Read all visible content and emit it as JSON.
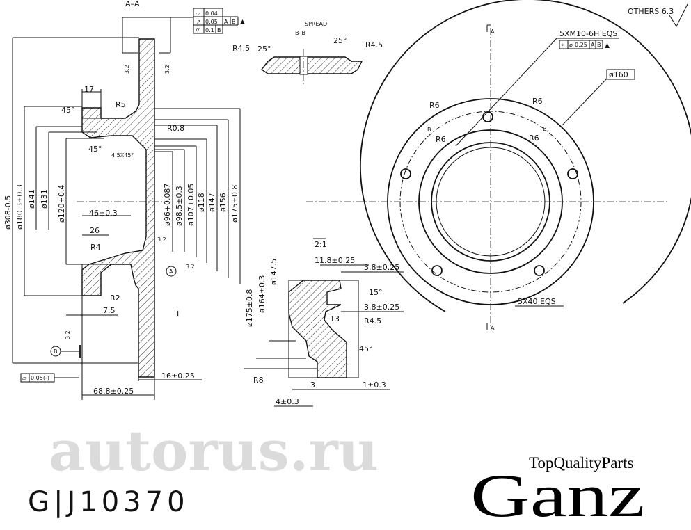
{
  "drawing": {
    "section_aa": "A–A",
    "section_bb": "B–B",
    "spread": "SPREAD",
    "scale_detail": "2:1",
    "others_roughness": "OTHERS 6.3",
    "watermark": "autorus.ru",
    "tolerance_frame_top": [
      "0.04",
      "0.05",
      "A",
      "B",
      "0.1",
      "B"
    ],
    "tolerance_frame_bottom": "0.05(-)",
    "position_frame": [
      "0.25",
      "A",
      "B"
    ],
    "datum_a": "A",
    "datum_b": "B",
    "section_marker": "A",
    "section_view_labels": [
      "17",
      "R5",
      "45°",
      "45°",
      "4.5X45°",
      "R0.8",
      "ø308-0.5",
      "ø180.3±0.3",
      "ø141",
      "ø131",
      "ø120+0.4",
      "ø96+0.087",
      "ø98.5±0.3",
      "ø107+0.05",
      "ø118",
      "ø147",
      "ø156",
      "ø175±0.8",
      "46±0.3",
      "26",
      "R4",
      "3.2",
      "3.2",
      "3.2",
      "3.2",
      "3.2",
      "R2",
      "7.5",
      "I",
      "16±0.25",
      "68.8±0.25"
    ],
    "spread_labels": [
      "R4.5",
      "25°",
      "25°",
      "R4.5"
    ],
    "front_view_labels": [
      "5XM10-6H  EQS",
      "ø160",
      "R6",
      "R6",
      "R6",
      "R6",
      "B",
      "B",
      "5X40  EQS"
    ],
    "detail_labels": [
      "ø175±0.8",
      "ø164±0.3",
      "ø147.5",
      "11.8±0.25",
      "3.8±0.25",
      "15°",
      "3.8±0.25",
      "13",
      "R4.5",
      "45°",
      "R8",
      "3",
      "1±0.3",
      "4±0.3"
    ]
  },
  "footer": {
    "part_number": "G|J10370",
    "brand_tagline": "TopQualityParts",
    "brand_name": "Ganz"
  }
}
